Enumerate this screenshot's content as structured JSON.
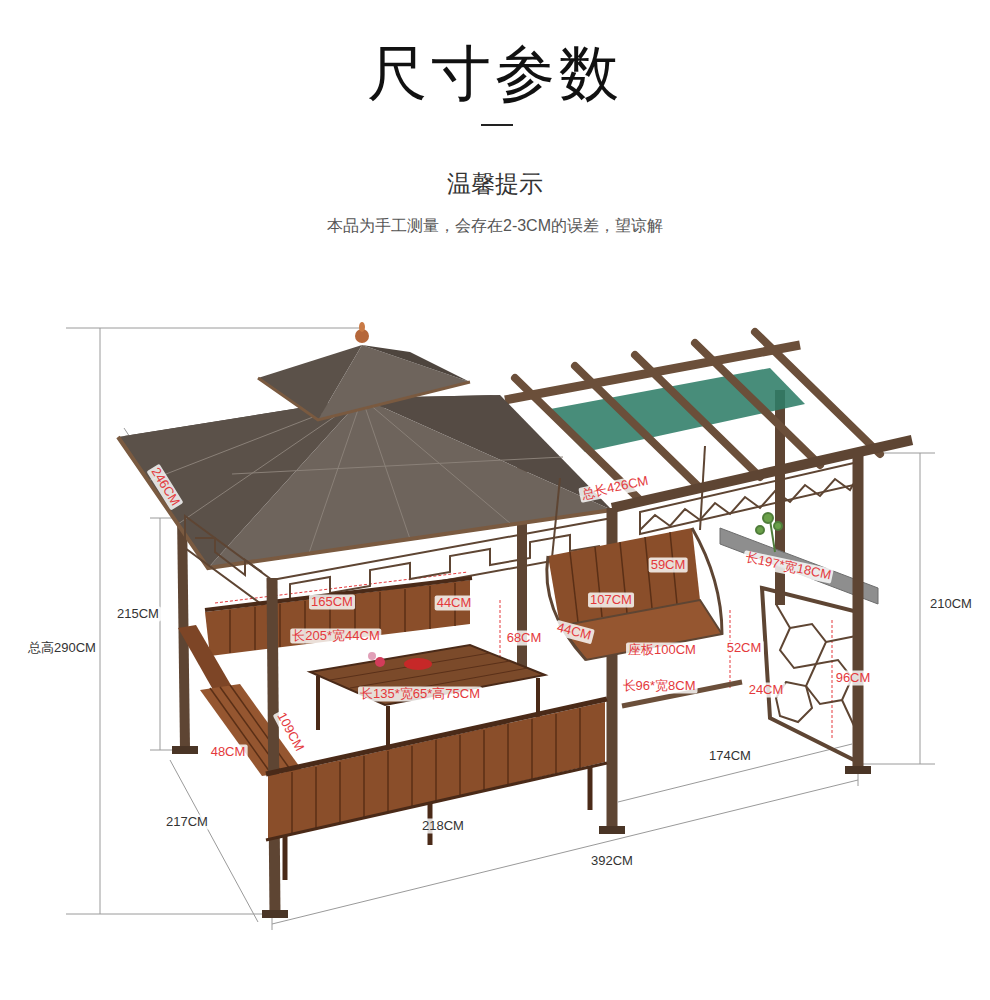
{
  "diagram": {
    "title": "尺寸参数",
    "labels": [
      "温馨提示",
      "本品为手工测量，会存在2-3CM的误差，望谅解",
      "246CM",
      "总长426CM",
      "215CM",
      "总高290CM",
      "165CM",
      "44CM",
      "长205*宽44CM",
      "68CM",
      "长135*宽65*高75CM",
      "109CM",
      "48CM",
      "217CM",
      "218CM",
      "392CM",
      "174CM",
      "59CM",
      "107CM",
      "44CM",
      "座板100CM",
      "52CM",
      "长96*宽8CM",
      "24CM",
      "96CM",
      "长197*宽18CM",
      "210CM"
    ]
  }
}
